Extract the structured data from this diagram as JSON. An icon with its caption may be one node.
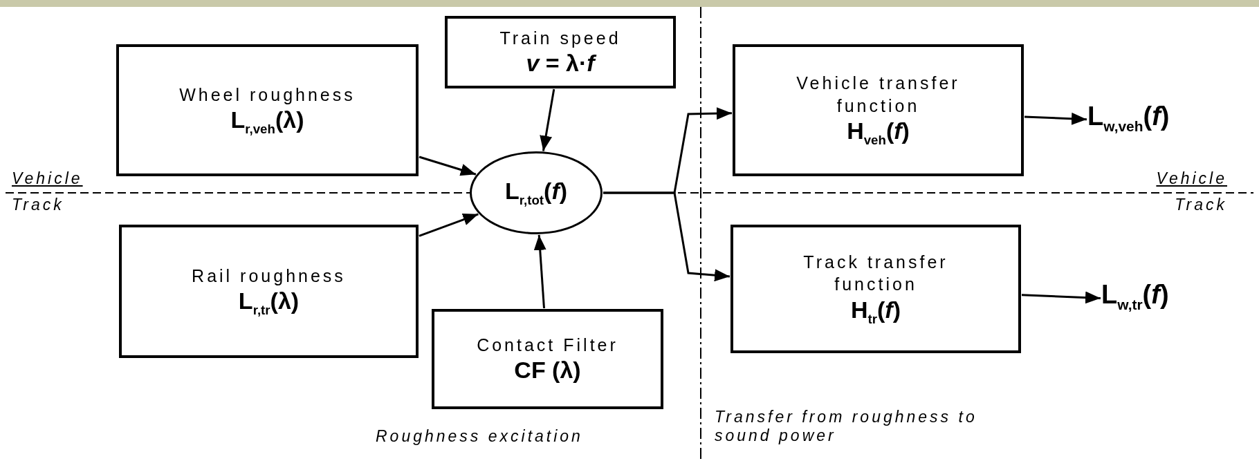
{
  "diagram": {
    "nodes": [
      {
        "text": [
          "Wheel roughness",
          "L$_{r,veh}$(λ)"
        ]
      },
      {
        "text": [
          "Train speed",
          "*v* = λ·*f*"
        ]
      },
      {
        "text": [
          "Rail roughness",
          "L$_{r,tr}$(λ)"
        ]
      },
      {
        "text": [
          "L$_{r,tot}$(*f*)"
        ]
      },
      {
        "text": [
          "Contact Filter",
          "CF (λ)"
        ]
      },
      {
        "text": [
          "Vehicle transfer function",
          "H$_{veh}$(*f*)"
        ]
      },
      {
        "text": [
          "Track transfer function",
          "H$_{tr}$(*f*)"
        ]
      },
      {
        "text": [
          "L$_{w,veh}$(*f*)"
        ]
      },
      {
        "text": [
          "L$_{w,tr}$(*f*)"
        ]
      }
    ],
    "edges": [
      {
        "from": 0,
        "to": 3,
        "arrow": "to"
      },
      {
        "from": 1,
        "to": 3,
        "arrow": "to"
      },
      {
        "from": 2,
        "to": 3,
        "arrow": "to"
      },
      {
        "from": 4,
        "to": 3,
        "arrow": "to"
      },
      {
        "from": 3,
        "to": 5,
        "arrow": "to"
      },
      {
        "from": 3,
        "to": 6,
        "arrow": "to"
      },
      {
        "from": 5,
        "to": 7,
        "arrow": "to"
      },
      {
        "from": 6,
        "to": 8,
        "arrow": "to"
      }
    ],
    "labels": [
      "Vehicle",
      "Track",
      "Vehicle",
      "Track",
      "Roughness excitation",
      "Transfer from roughness to sound power"
    ]
  }
}
